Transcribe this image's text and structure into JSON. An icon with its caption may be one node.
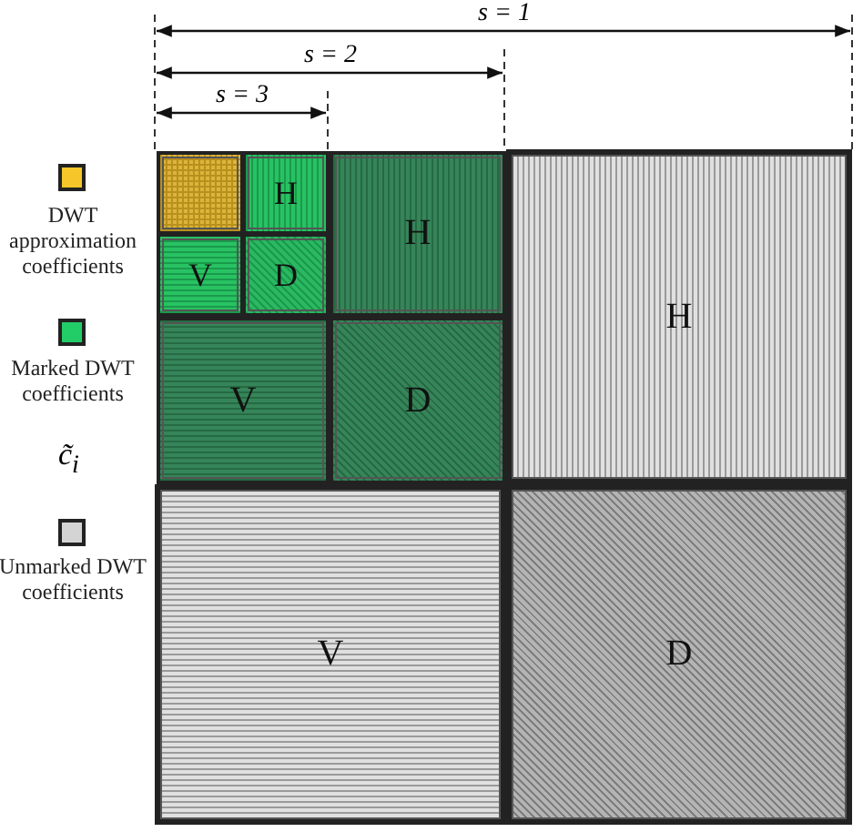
{
  "diagram": {
    "nodes": [
      {
        "text": [],
        "shape": "box"
      },
      {
        "text": [
          "H"
        ]
      },
      {
        "text": [
          "V"
        ]
      },
      {
        "text": [
          "D"
        ]
      },
      {
        "text": [
          "H"
        ]
      },
      {
        "text": [
          "V"
        ]
      },
      {
        "text": [
          "D"
        ]
      },
      {
        "text": [
          "H"
        ]
      },
      {
        "text": [
          "V"
        ]
      },
      {
        "text": [
          "D"
        ]
      }
    ],
    "labels": [
      "s = 1",
      "s = 2",
      "s = 3",
      "c̃$_{i}$"
    ],
    "legend": [
      {
        "text": "DWT approximation coefficients",
        "color": "#f5c52a"
      },
      {
        "text": "Marked DWT coefficients",
        "color": "#22cc66"
      },
      {
        "text": "Unmarked DWT coefficients",
        "color": "#d4d4d4"
      }
    ]
  }
}
